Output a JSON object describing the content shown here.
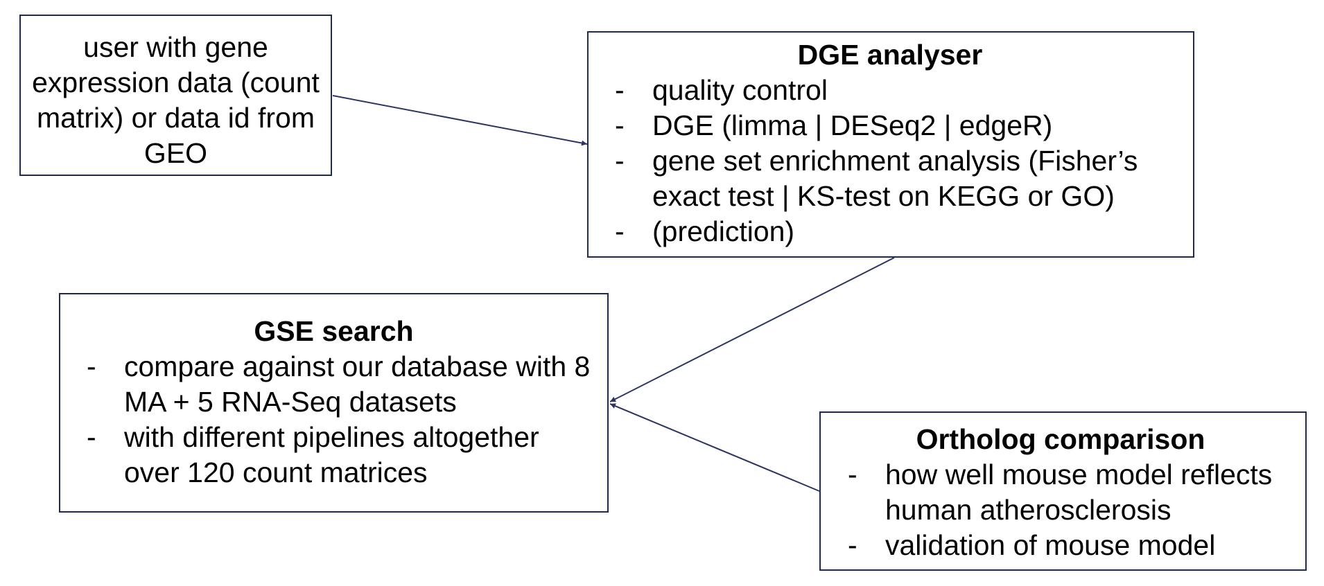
{
  "nodes": {
    "user": {
      "text": "user with gene expression data (count matrix) or data id from GEO"
    },
    "dge": {
      "title": "DGE analyser",
      "items": [
        "quality control",
        "DGE (limma | DESeq2 | edgeR)",
        "gene set enrichment analysis (Fisher’s exact test | KS-test on KEGG or GO)",
        "(prediction)"
      ]
    },
    "gse": {
      "title": "GSE search",
      "items": [
        "compare against our database with 8 MA + 5 RNA-Seq datasets",
        "with different pipelines altogether over 120 count matrices"
      ]
    },
    "ortholog": {
      "title": "Ortholog comparison",
      "items": [
        "how well mouse model reflects human atherosclerosis",
        "validation of mouse model"
      ]
    }
  },
  "bullet_marker": "-",
  "edges": [
    {
      "from": "user",
      "to": "dge"
    },
    {
      "from": "dge",
      "to": "gse"
    },
    {
      "from": "ortholog",
      "to": "gse"
    }
  ],
  "colors": {
    "border": "#1f2a4d",
    "edge": "#2b3560",
    "background": "#ffffff"
  }
}
